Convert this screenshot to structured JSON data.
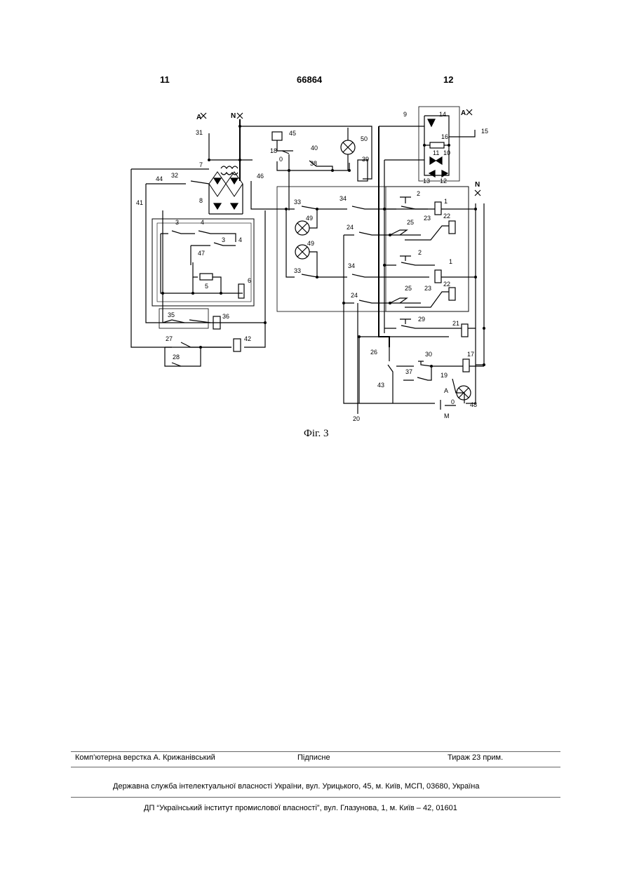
{
  "header": {
    "left_page": "11",
    "patent_number": "66864",
    "right_page": "12"
  },
  "figure": {
    "caption": "Фіг. 3",
    "labels": {
      "n1": "1",
      "n1p": "1",
      "n2": "2",
      "n2p": "2",
      "n3": "3",
      "n3p": "3",
      "n4": "4",
      "n4p": "4",
      "n5": "5",
      "n6": "6",
      "n7": "7",
      "n8": "8",
      "n9": "9",
      "n10": "10",
      "n11": "11",
      "n12": "12",
      "n13": "13",
      "n14": "14",
      "n15": "15",
      "n16": "16",
      "n17": "17",
      "n18": "18",
      "n19": "19",
      "n20": "20",
      "n21": "21",
      "n22": "22",
      "n22p": "22",
      "n23": "23",
      "n23p": "23",
      "n24": "24",
      "n24p": "24",
      "n25": "25",
      "n25p": "25",
      "n26": "26",
      "n27": "27",
      "n28": "28",
      "n29": "29",
      "n30": "30",
      "n31": "31",
      "n32": "32",
      "n33": "33",
      "n33p": "33",
      "n34": "34",
      "n34p": "34",
      "n35": "35",
      "n36": "36",
      "n37": "37",
      "n38": "38",
      "n39": "39",
      "n40": "40",
      "n41": "41",
      "n42": "42",
      "n43": "43",
      "n44": "44",
      "n45": "45",
      "n46": "46",
      "n47": "47",
      "n48": "48",
      "n49": "49",
      "n49p": "49",
      "n50": "50",
      "termA_left": "A",
      "termN_left": "N",
      "termA_right": "A",
      "termN_right": "N",
      "switch18_0": "0",
      "mode_A": "A",
      "mode_0": "0",
      "mode_M": "M"
    }
  },
  "footer": {
    "layout": "Комп’ютерна верстка А. Крижанівський",
    "signed": "Підписне",
    "circulation": "Тираж 23 прим.",
    "agency": "Державна служба інтелектуальної власності України, вул. Урицького, 45, м. Київ, МСП, 03680, Україна",
    "institute": "ДП “Український інститут промислової власності”, вул. Глазунова, 1, м. Київ – 42, 01601"
  }
}
